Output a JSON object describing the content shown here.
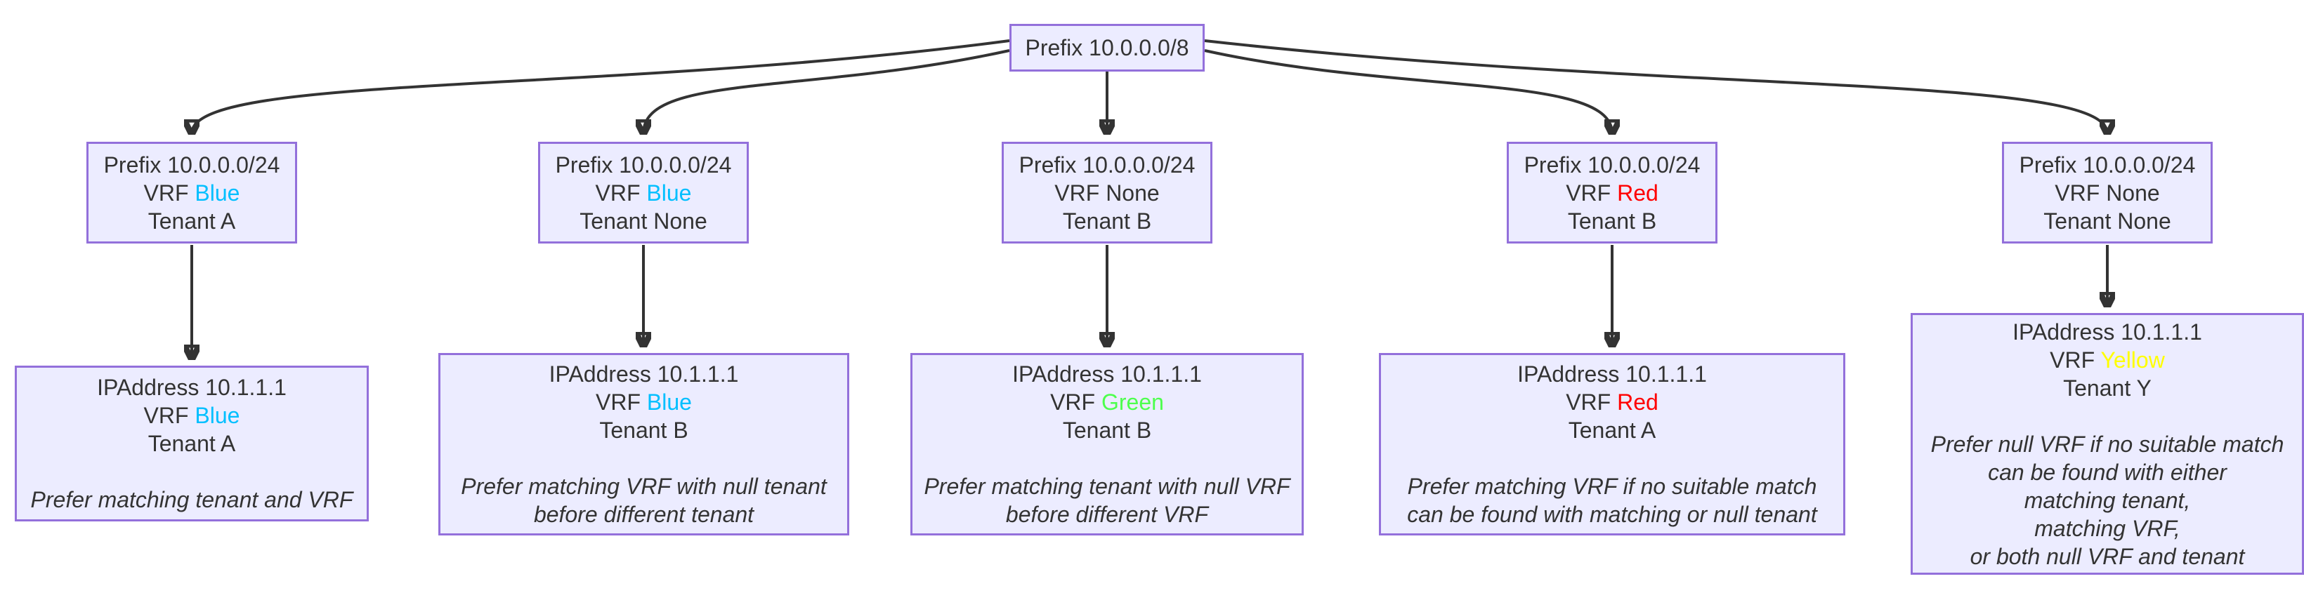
{
  "root": {
    "label": "Prefix 10.0.0.0/8"
  },
  "colors": {
    "node_fill": "#ECECFF",
    "node_border": "#9370DB",
    "edge": "#333333",
    "text": "#333333",
    "vrf_blue": "#00bfff",
    "vrf_green": "#4dff4d",
    "vrf_red": "#ff0000",
    "vrf_yellow": "#ffff00",
    "vrf_none": "#333333"
  },
  "columns": [
    {
      "prefix": {
        "title": "Prefix 10.0.0.0/24",
        "vrf_label": "VRF",
        "vrf_value": "Blue",
        "vrf_color": "#00bfff",
        "tenant": "Tenant A"
      },
      "ip": {
        "title": "IPAddress 10.1.1.1",
        "vrf_label": "VRF",
        "vrf_value": "Blue",
        "vrf_color": "#00bfff",
        "tenant": "Tenant A",
        "note": "Prefer matching tenant and VRF"
      }
    },
    {
      "prefix": {
        "title": "Prefix 10.0.0.0/24",
        "vrf_label": "VRF",
        "vrf_value": "Blue",
        "vrf_color": "#00bfff",
        "tenant": "Tenant None"
      },
      "ip": {
        "title": "IPAddress 10.1.1.1",
        "vrf_label": "VRF",
        "vrf_value": "Blue",
        "vrf_color": "#00bfff",
        "tenant": "Tenant B",
        "note": "Prefer matching VRF with null tenant\nbefore different tenant"
      }
    },
    {
      "prefix": {
        "title": "Prefix 10.0.0.0/24",
        "vrf_label": "VRF",
        "vrf_value": "None",
        "vrf_color": "#333333",
        "tenant": "Tenant B"
      },
      "ip": {
        "title": "IPAddress 10.1.1.1",
        "vrf_label": "VRF",
        "vrf_value": "Green",
        "vrf_color": "#4dff4d",
        "tenant": "Tenant B",
        "note": "Prefer matching tenant with null VRF\nbefore different VRF"
      }
    },
    {
      "prefix": {
        "title": "Prefix 10.0.0.0/24",
        "vrf_label": "VRF",
        "vrf_value": "Red",
        "vrf_color": "#ff0000",
        "tenant": "Tenant B"
      },
      "ip": {
        "title": "IPAddress 10.1.1.1",
        "vrf_label": "VRF",
        "vrf_value": "Red",
        "vrf_color": "#ff0000",
        "tenant": "Tenant A",
        "note": "Prefer matching VRF if no suitable match\ncan be found with matching or null tenant"
      }
    },
    {
      "prefix": {
        "title": "Prefix 10.0.0.0/24",
        "vrf_label": "VRF",
        "vrf_value": "None",
        "vrf_color": "#333333",
        "tenant": "Tenant None"
      },
      "ip": {
        "title": "IPAddress 10.1.1.1",
        "vrf_label": "VRF",
        "vrf_value": "Yellow",
        "vrf_color": "#ffff00",
        "tenant": "Tenant Y",
        "note": "Prefer null VRF if no suitable match\ncan be found with either\nmatching tenant,\nmatching VRF,\nor both null VRF and tenant"
      }
    }
  ]
}
